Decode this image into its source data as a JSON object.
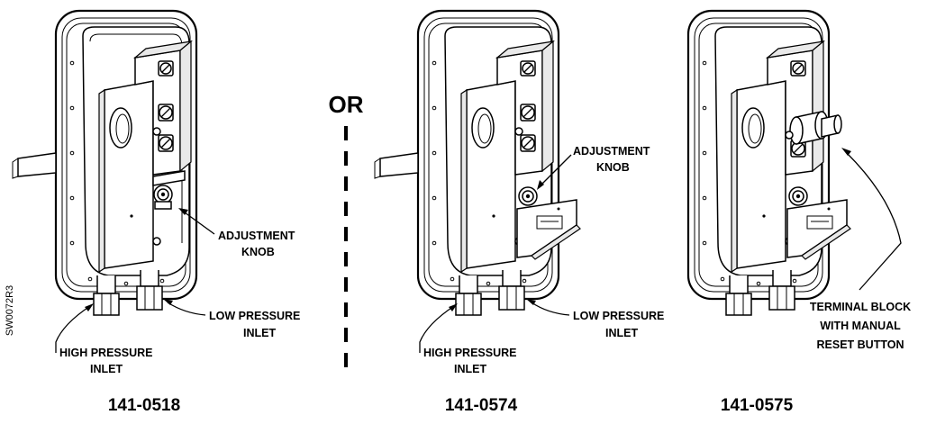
{
  "separator": {
    "or_label": "OR"
  },
  "drawing_code": "SW0072R3",
  "switches": [
    {
      "model": "141-0518",
      "labels": {
        "adjustment": [
          "ADJUSTMENT",
          "KNOB"
        ],
        "low": [
          "LOW PRESSURE",
          "INLET"
        ],
        "high": [
          "HIGH PRESSURE",
          "INLET"
        ]
      }
    },
    {
      "model": "141-0574",
      "labels": {
        "adjustment": [
          "ADJUSTMENT",
          "KNOB"
        ],
        "low": [
          "LOW PRESSURE",
          "INLET"
        ],
        "high": [
          "HIGH PRESSURE",
          "INLET"
        ]
      }
    },
    {
      "model": "141-0575",
      "labels": {
        "terminal": [
          "TERMINAL BLOCK",
          "WITH MANUAL",
          "RESET BUTTON"
        ]
      }
    }
  ]
}
